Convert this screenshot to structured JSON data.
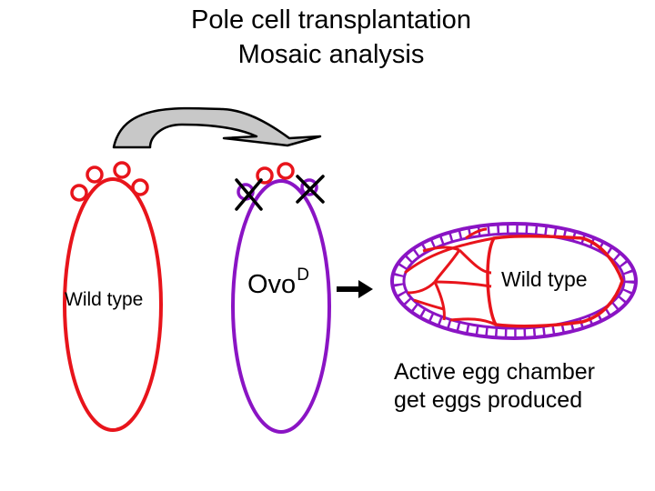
{
  "title": {
    "line1": "Pole cell transplantation",
    "line2": "Mosaic analysis"
  },
  "labels": {
    "donor": "Wild type",
    "host_prefix": "Ovo",
    "host_superscript": "D",
    "chamber": "Wild type",
    "result_line1": "Active egg chamber",
    "result_line2": "get eggs produced"
  },
  "colors": {
    "wild_type": "#e8141b",
    "ovo": "#8a14c4",
    "arrow_fill": "#c8c8c8"
  }
}
